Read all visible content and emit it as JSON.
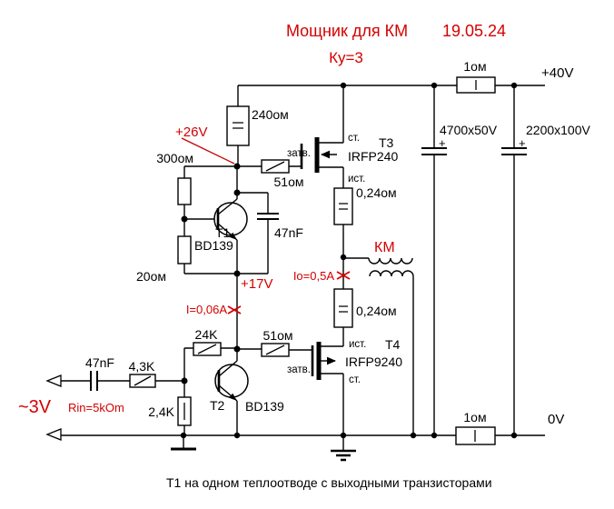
{
  "colors": {
    "accent_red": "#d40000",
    "line_black": "#000000",
    "background": "#ffffff"
  },
  "header": {
    "title": "Мощник для КМ",
    "gain": "Ку=3",
    "date": "19.05.24"
  },
  "supply": {
    "rail_pos": "+40V",
    "rail_zero": "0V",
    "r_top": "1ом",
    "r_bottom": "1ом",
    "cap1": "4700x50V",
    "cap1_plus": "+",
    "cap2": "2200x100V",
    "cap2_plus": "+"
  },
  "input": {
    "vin": "~3V",
    "rin": "Rin=5kOm",
    "cap": "47nF",
    "r_series": "4,3K"
  },
  "driver": {
    "r_load": "240ом",
    "r_div_top": "300ом",
    "r_div_bottom": "20ом",
    "c_fb": "47nF",
    "r_fb": "24K",
    "r_bias": "2,4K",
    "t1_ref": "Т1",
    "t1_part": "BD139",
    "t2_ref": "Т2",
    "t2_part": "BD139",
    "v26": "+26V",
    "v17": "+17V",
    "i_bias": "I=0,06A"
  },
  "output": {
    "t3_ref": "Т3",
    "t3_part": "IRFP240",
    "t4_ref": "Т4",
    "t4_part": "IRFP9240",
    "drain_top": "ст.",
    "source_top": "ист.",
    "gate_label_top": "затв.",
    "source_bottom": "ист.",
    "drain_bottom": "ст.",
    "gate_label_bottom": "затв.",
    "r_gate_top": "51ом",
    "r_gate_bottom": "51ом",
    "r_src_top": "0,24ом",
    "r_src_bottom": "0,24ом",
    "i_out": "Io=0,5A",
    "load": "КМ"
  },
  "footer": {
    "caption": "Т1 на одном теплоотводе с выходными транзисторами"
  }
}
